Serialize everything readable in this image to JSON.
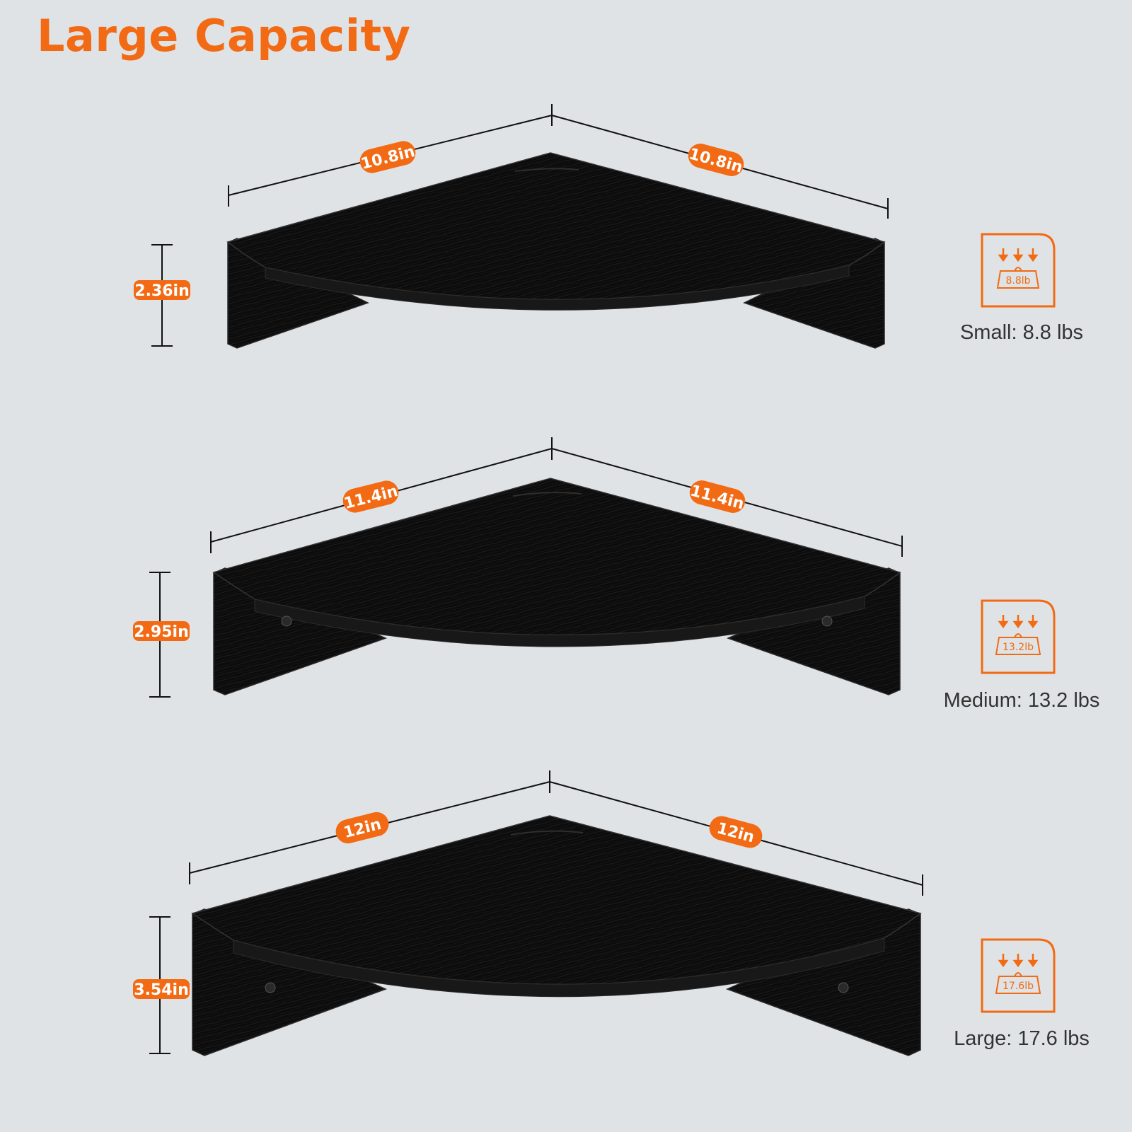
{
  "title": "Large Capacity",
  "colors": {
    "accent": "#f26a13",
    "shelf": "#0c0c0c",
    "background": "#dfe3e6"
  },
  "shelves": [
    {
      "size": "small",
      "width_left": "10.8in",
      "width_right": "10.8in",
      "height": "2.36in",
      "weight_icon": "8.8lb",
      "capacity_label": "Small: 8.8 lbs"
    },
    {
      "size": "medium",
      "width_left": "11.4in",
      "width_right": "11.4in",
      "height": "2.95in",
      "weight_icon": "13.2lb",
      "capacity_label": "Medium: 13.2 lbs"
    },
    {
      "size": "large",
      "width_left": "12in",
      "width_right": "12in",
      "height": "3.54in",
      "weight_icon": "17.6lb",
      "capacity_label": "Large: 17.6 lbs"
    }
  ],
  "icons": {
    "weight": "weight-bag-icon",
    "arrows": "down-arrows-icon"
  }
}
